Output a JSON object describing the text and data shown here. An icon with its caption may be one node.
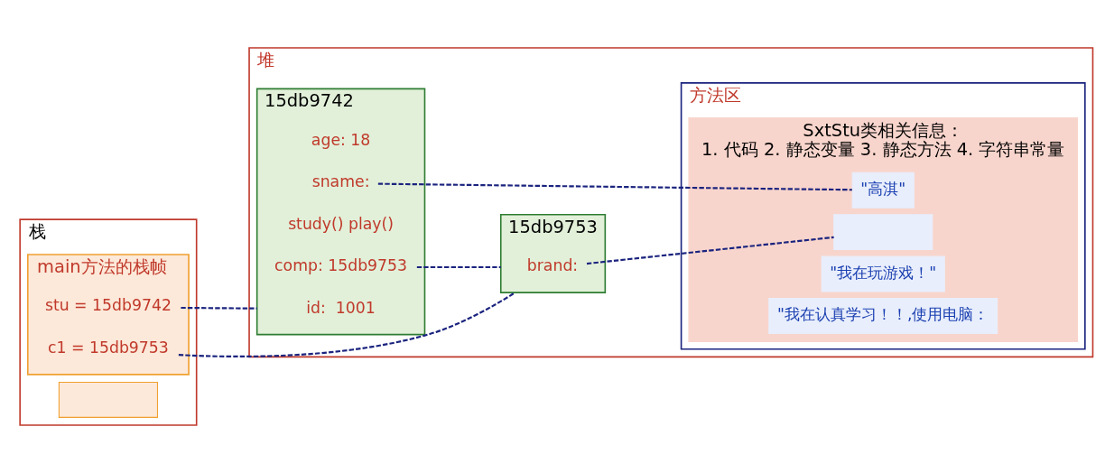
{
  "diagram": {
    "nodes": [
      {
        "text": [
          "栈"
        ]
      },
      {
        "text": [],
        "shape": "box",
        "in": 0
      },
      {
        "text": [
          "main方法的栈帧"
        ],
        "in": 0
      },
      {
        "text": [
          "stu = 15db9742"
        ],
        "in": 2
      },
      {
        "text": [
          "c1 = 15db9753"
        ],
        "in": 2
      },
      {
        "text": [
          "堆"
        ]
      },
      {
        "text": [
          "15db9742"
        ],
        "in": 5
      },
      {
        "text": [
          "id:  1001"
        ],
        "in": 6
      },
      {
        "text": [
          "sname:"
        ],
        "in": 6
      },
      {
        "text": [
          "age: 18"
        ],
        "in": 6
      },
      {
        "text": [
          "comp: 15db9753"
        ],
        "in": 6
      },
      {
        "text": [
          "study() play()"
        ],
        "in": 6
      },
      {
        "text": [
          "15db9753"
        ],
        "in": 5
      },
      {
        "text": [
          "brand:"
        ],
        "in": 12
      },
      {
        "text": [
          "方法区"
        ],
        "in": 5
      },
      {
        "text": [
          "SxtStu类相关信息：",
          "1. 代码 2. 静态变量 3. 静态方法 4. 字符串常量"
        ],
        "in": 14
      },
      {
        "text": [
          "\"我在认真学习！！,使用电脑："
        ],
        "in": 15
      },
      {
        "text": [
          "\"我在玩游戏！\""
        ],
        "in": 15
      },
      {
        "text": [
          "\"高淇\""
        ],
        "in": 15
      },
      {
        "text": [],
        "shape": "box",
        "in": 15
      }
    ],
    "edges": [
      {
        "from": 3,
        "to": 6,
        "arrow": "none",
        "style": "dashed"
      },
      {
        "from": 4,
        "to": 12,
        "arrow": "none",
        "style": "dashed"
      },
      {
        "from": 10,
        "to": 12,
        "arrow": "none",
        "style": "dashed"
      },
      {
        "from": 8,
        "to": 18,
        "arrow": "none",
        "style": "dashed"
      },
      {
        "from": 13,
        "to": 19,
        "arrow": "none",
        "style": "dashed"
      }
    ]
  }
}
